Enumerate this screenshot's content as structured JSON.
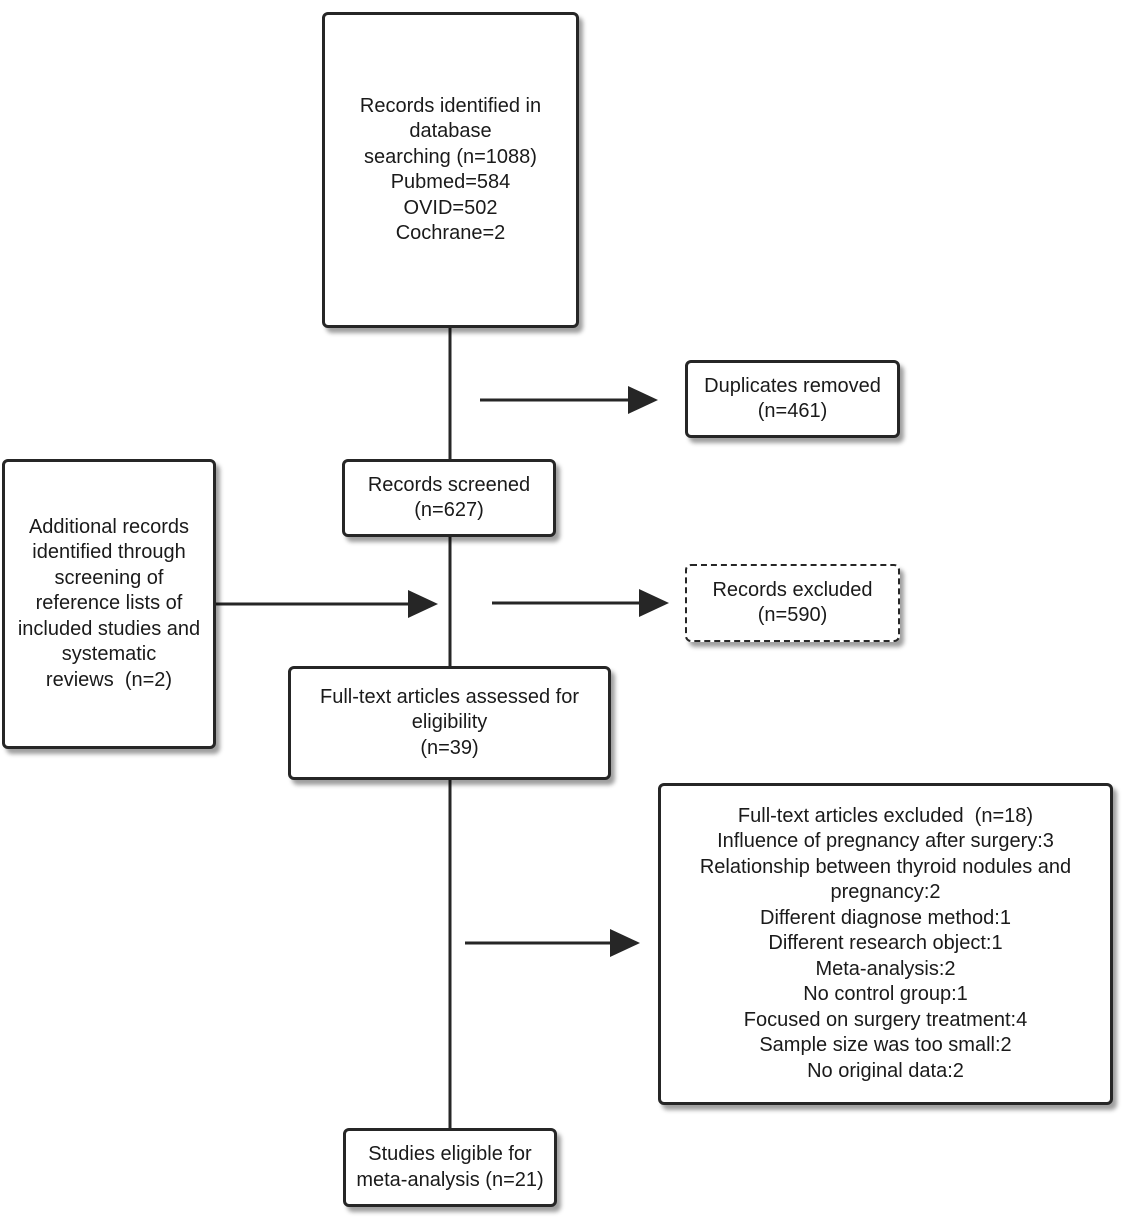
{
  "flow": {
    "identified": {
      "lines": [
        "Records identified in",
        "database",
        "searching (n=1088)",
        "Pubmed=584",
        "OVID=502",
        "Cochrane=2"
      ]
    },
    "duplicates": {
      "lines": [
        "Duplicates removed",
        "(n=461)"
      ]
    },
    "screened": {
      "lines": [
        "Records screened",
        "(n=627)"
      ]
    },
    "additional": {
      "lines": [
        "Additional records",
        "identified through",
        "screening of",
        "reference lists of",
        "included studies and",
        "systematic",
        "reviews  (n=2)"
      ]
    },
    "excluded": {
      "lines": [
        "Records excluded",
        "(n=590)"
      ]
    },
    "fulltext": {
      "lines": [
        "Full-text articles assessed for",
        "eligibility",
        "(n=39)"
      ]
    },
    "fulltext_excluded": {
      "lines": [
        "Full-text articles excluded  (n=18)",
        "Influence of pregnancy after surgery:3",
        "Relationship between thyroid nodules and",
        "pregnancy:2",
        "Different diagnose method:1",
        "Different research object:1",
        "Meta-analysis:2",
        "No control group:1",
        "Focused on surgery treatment:4",
        "Sample size was too small:2",
        "No original data:2"
      ]
    },
    "eligible": {
      "lines": [
        "Studies eligible for",
        "meta-analysis (n=21)"
      ]
    }
  },
  "colors": {
    "line": "#262626",
    "box_border": "#262626",
    "text": "#1a1a1a",
    "background": "#ffffff"
  }
}
